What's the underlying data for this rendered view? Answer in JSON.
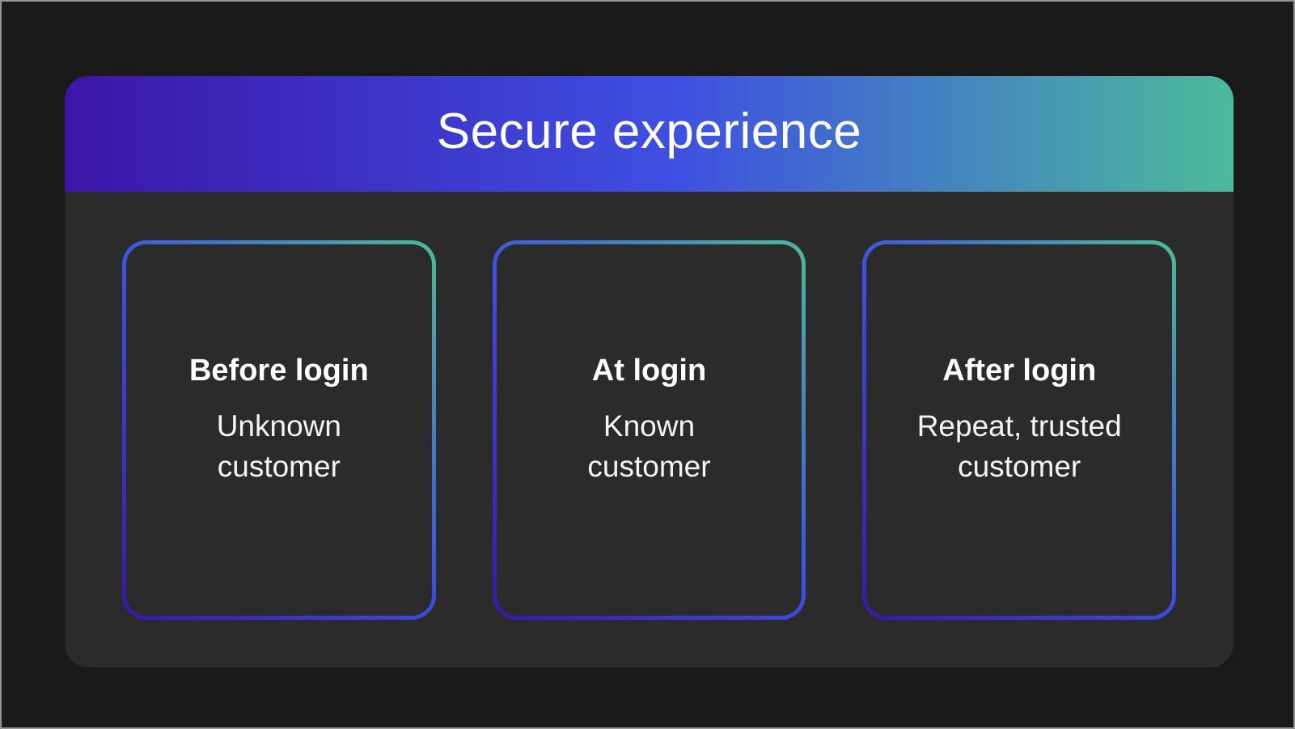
{
  "frame": {
    "background_color": "#1a1a1a",
    "border_color": "#939393"
  },
  "panel": {
    "background_color": "#2b2b2b"
  },
  "header": {
    "title": "Secure experience",
    "text_color": "#ffffff",
    "gradient": [
      "#3c16a8",
      "#3e4fe2",
      "#4cba9b"
    ]
  },
  "card_style": {
    "border_gradient": [
      "#3a17a4",
      "#3d4fe0",
      "#4cba9b"
    ],
    "background_color": "#2b2b2b"
  },
  "cards": [
    {
      "heading": "Before login",
      "body_lines": [
        "Unknown",
        "customer"
      ]
    },
    {
      "heading": "At login",
      "body_lines": [
        "Known",
        "customer"
      ]
    },
    {
      "heading": "After login",
      "body_lines": [
        "Repeat, trusted",
        "customer"
      ]
    }
  ]
}
